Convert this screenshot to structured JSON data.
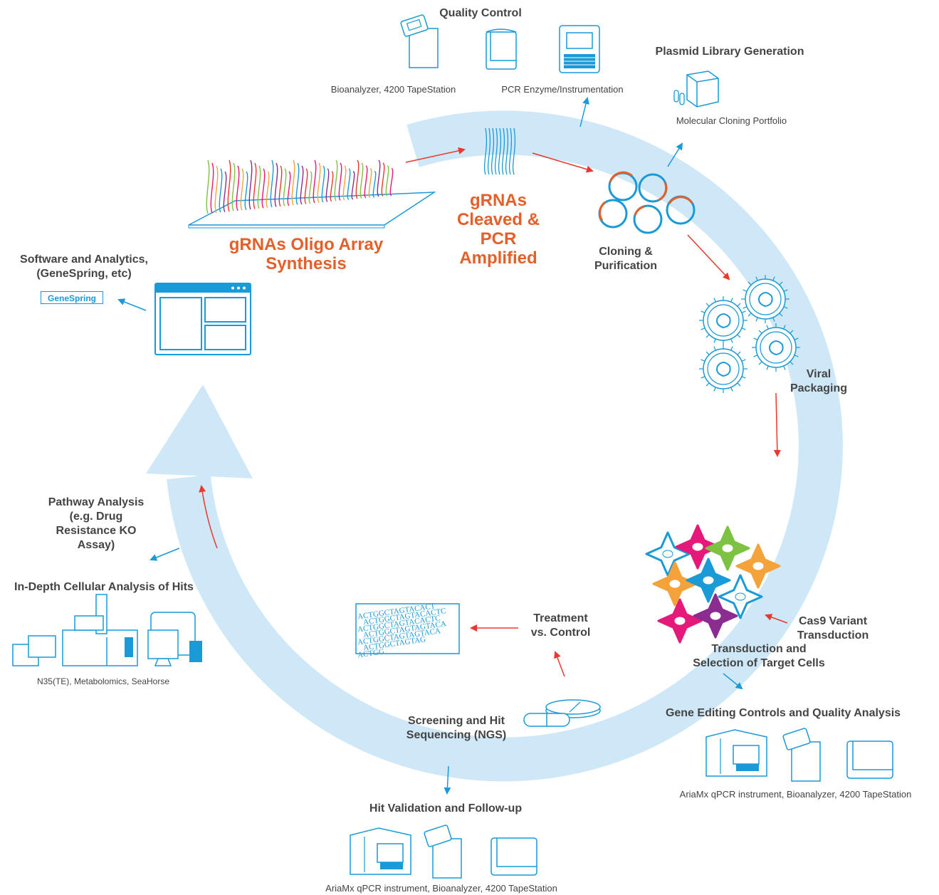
{
  "colors": {
    "ring": "#cfe8f8",
    "icon_blue": "#1a9ad6",
    "flow_red": "#e8382f",
    "accent_orange": "#e4602a",
    "cell_colors": [
      "#e4197a",
      "#f4a23a",
      "#7dc243",
      "#1a9ad6",
      "#8b2c8f",
      "#ffffff"
    ]
  },
  "labels": {
    "quality_control": "Quality Control",
    "qc_left_caption": "Bioanalyzer, 4200 TapeStation",
    "qc_right_caption": "PCR Enzyme/Instrumentation",
    "plasmid_title": "Plasmid Library Generation",
    "plasmid_caption": "Molecular Cloning Portfolio",
    "oligo_line1": "gRNAs Oligo Array",
    "oligo_line2": "Synthesis",
    "cleaved_line1": "gRNAs",
    "cleaved_line2": "Cleaved &",
    "cleaved_line3": "PCR",
    "cleaved_line4": "Amplified",
    "cloning_line1": "Cloning &",
    "cloning_line2": "Purification",
    "viral_line1": "Viral",
    "viral_line2": "Packaging",
    "software_line1": "Software and Analytics,",
    "software_line2": "(GeneSpring, etc)",
    "genespring_badge": "GeneSpring",
    "pathway_line1": "Pathway Analysis",
    "pathway_line2": "(e.g. Drug",
    "pathway_line3": "Resistance KO",
    "pathway_line4": "Assay)",
    "indepth_title": "In-Depth Cellular Analysis of Hits",
    "indepth_caption": "N35(TE), Metabolomics, SeaHorse",
    "treatment_line1": "Treatment",
    "treatment_line2": "vs. Control",
    "cas9_line1": "Cas9 Variant",
    "cas9_line2": "Transduction",
    "transduction_line1": "Transduction and",
    "transduction_line2": "Selection of Target Cells",
    "gene_editing_title": "Gene Editing Controls and Quality Analysis",
    "gene_editing_caption": "AriaMx qPCR instrument, Bioanalyzer, 4200 TapeStation",
    "screening_line1": "Screening and Hit",
    "screening_line2": "Sequencing (NGS)",
    "hit_validation_title": "Hit Validation and Follow-up",
    "hit_validation_caption": "AriaMx qPCR instrument, Bioanalyzer, 4200 TapeStation"
  },
  "sequence_rows": [
    "ACTGGCTAGTACACT",
    "ACTGGCTAGTACACTC",
    "ACTGGCTAGTACACTC",
    "ACTGGCTAGTAGTACA",
    "ACTGGCTAGTAGTACA",
    "ACTGGCTAGTAG",
    "ACTGG"
  ]
}
